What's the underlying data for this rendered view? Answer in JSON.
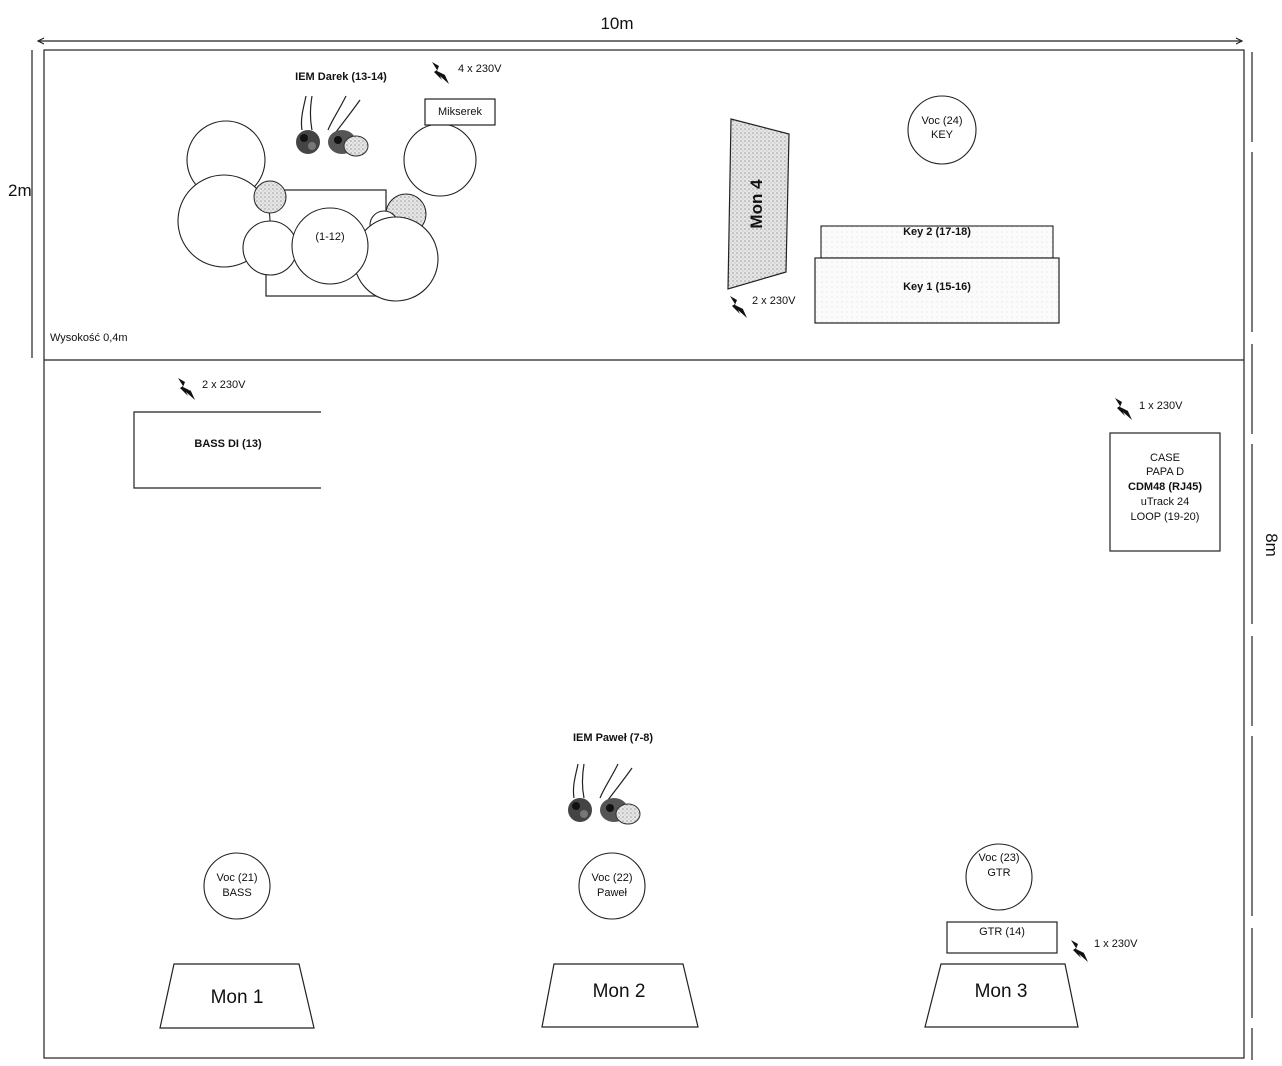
{
  "dimensions": {
    "width": "10m",
    "depth": "8m",
    "riser_depth": "2m",
    "riser_height": "Wysokość 0,4m"
  },
  "drums": {
    "label": "(1-12)"
  },
  "iem_darek": {
    "label": "IEM Darek (13-14)"
  },
  "mikserek": {
    "label": "Mikserek",
    "power": "4 x 230V"
  },
  "mon4": {
    "label": "Mon 4",
    "power": "2 x 230V"
  },
  "voc24": {
    "line1": "Voc (24)",
    "line2": "KEY"
  },
  "key2": {
    "label": "Key 2 (17-18)"
  },
  "key1": {
    "label": "Key 1 (15-16)"
  },
  "bass_di": {
    "label": "BASS DI (13)",
    "power": "2 x 230V"
  },
  "case": {
    "power": "1 x 230V",
    "lines": [
      "CASE",
      "PAPA D",
      "CDM48 (RJ45)",
      "uTrack 24",
      "LOOP (19-20)"
    ]
  },
  "iem_pawel": {
    "label": "IEM Paweł (7-8)"
  },
  "voc21": {
    "line1": "Voc (21)",
    "line2": "BASS"
  },
  "voc22": {
    "line1": "Voc (22)",
    "line2": "Paweł"
  },
  "voc23": {
    "line1": "Voc (23)",
    "line2": "GTR"
  },
  "gtr": {
    "label": "GTR (14)",
    "power": "1 x 230V"
  },
  "monitors": [
    "Mon 1",
    "Mon 2",
    "Mon 3"
  ],
  "colors": {
    "line": "#222222",
    "fill_hatch": "#c8c8c8",
    "background": "#ffffff"
  },
  "icons": [
    "power-bolt-icon",
    "in-ear-monitor-icon",
    "drum-icon",
    "cymbal-icon"
  ]
}
